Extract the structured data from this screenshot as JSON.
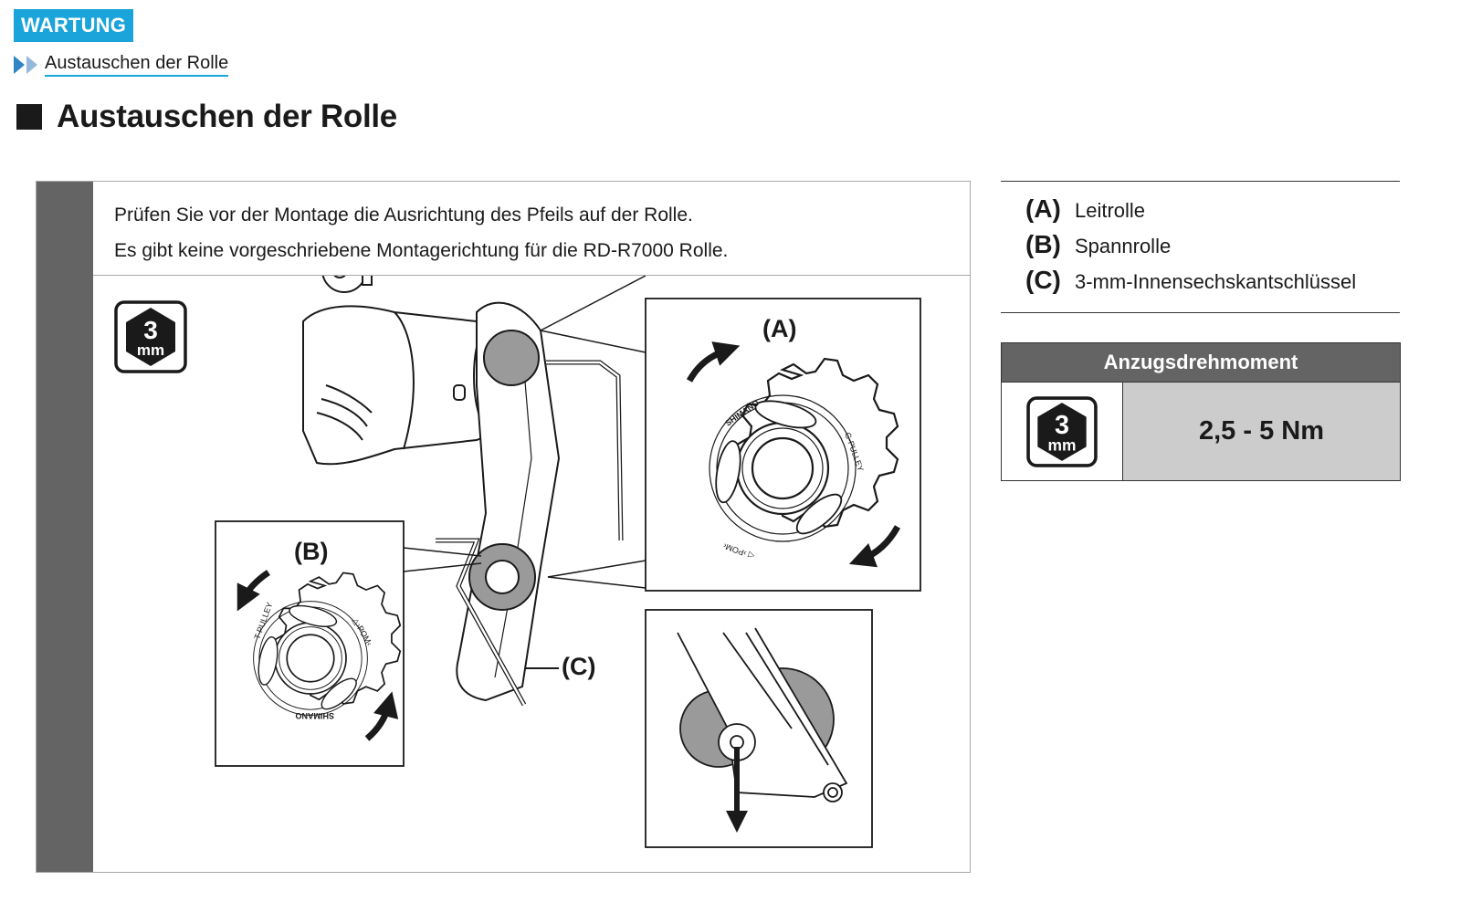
{
  "section_badge": "WARTUNG",
  "breadcrumb": {
    "label": "Austauschen der Rolle"
  },
  "page_title": "Austauschen der Rolle",
  "note": {
    "lines": [
      "Prüfen Sie vor der Montage die Ausrichtung des Pfeils auf der Rolle.",
      "Es gibt keine vorgeschriebene Montagerichtung für die RD-R7000 Rolle."
    ]
  },
  "figure": {
    "tool_icon": {
      "number": "3",
      "unit": "mm",
      "icon": "hex-key-icon"
    },
    "callouts": {
      "a": "(A)",
      "b": "(B)",
      "c": "(C)"
    },
    "pulley_a_markings": {
      "brand": "SHIMANO",
      "type": "G-PULLEY",
      "material": "◁ ›POM‹"
    },
    "pulley_b_markings": {
      "brand": "SHIMANO",
      "type": "T-PULLEY",
      "material": "△›POM‹"
    }
  },
  "legend": {
    "items": [
      {
        "key": "(A)",
        "label": "Leitrolle"
      },
      {
        "key": "(B)",
        "label": "Spannrolle"
      },
      {
        "key": "(C)",
        "label": "3-mm-Innensechskantschlüssel"
      }
    ]
  },
  "torque_table": {
    "header": "Anzugsdrehmoment",
    "tool": {
      "number": "3",
      "unit": "mm"
    },
    "value": "2,5 - 5 Nm"
  },
  "colors": {
    "badge": "#1aa4d9",
    "bar": "#646464",
    "torque_value_bg": "#cccccc"
  }
}
